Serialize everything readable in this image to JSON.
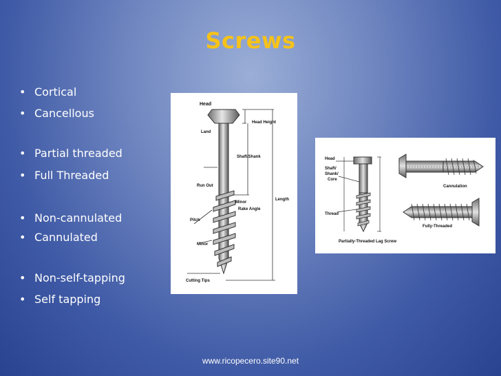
{
  "slide": {
    "title": "Screws",
    "footer": "www.ricopecero.site90.net"
  },
  "bullets": [
    "Cortical",
    "Cancellous",
    "Partial threaded",
    "Full Threaded",
    "Non-cannulated",
    "Cannulated",
    "Non-self-tapping",
    "Self tapping"
  ],
  "left_diagram": {
    "labels": {
      "head": "Head",
      "land": "Land",
      "head_height": "Head Height",
      "shaft_shank": "Shaft/Shank",
      "run_out": "Run Out",
      "minor": "Minor",
      "rake_angle": "Rake Angle",
      "length": "Length",
      "pitch": "Pitch",
      "minor2": "Minor",
      "cutting_tips": "Cutting Tips"
    }
  },
  "right_diagram": {
    "labels": {
      "head": "Head",
      "shaft_line1": "Shaft/",
      "shaft_line2": "Shank/",
      "shaft_line3": "Core",
      "thread": "Thread",
      "caption": "Partially-Threaded Lag Screw",
      "cannulation": "Cannulation",
      "fully_threaded": "Fully-Threaded"
    }
  }
}
